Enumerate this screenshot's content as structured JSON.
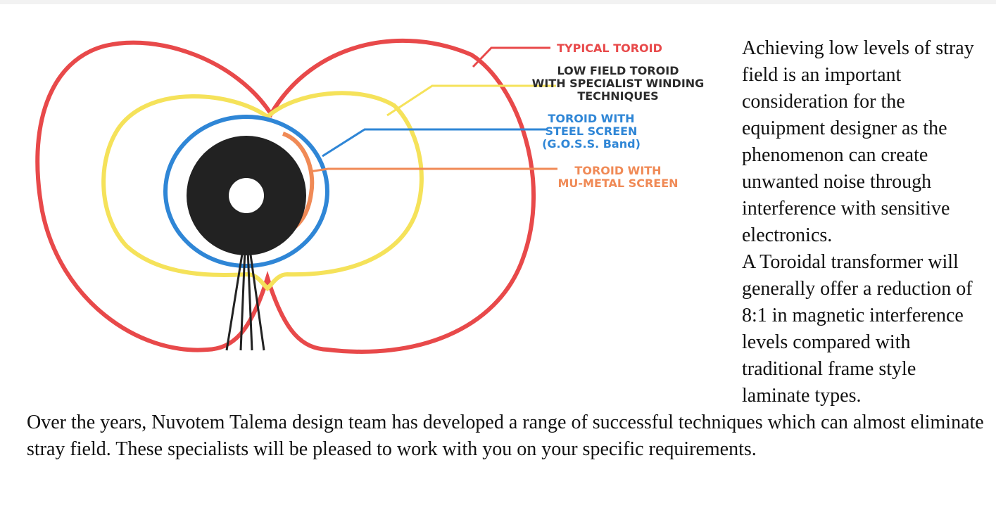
{
  "diagram": {
    "labels": {
      "typical": "TYPICAL TOROID",
      "low_field_1": "LOW FIELD TOROID",
      "low_field_2": "WITH SPECIALIST WINDING",
      "low_field_3": "TECHNIQUES",
      "steel_1": "TOROID WITH",
      "steel_2": "STEEL SCREEN",
      "steel_3": "(G.O.S.S. Band)",
      "mu_1": "TOROID WITH",
      "mu_2": "MU-METAL SCREEN"
    },
    "colors": {
      "typical": "#e8494a",
      "low_field": "#f5e25a",
      "low_field_text": "#2b2b2b",
      "steel": "#2f86d6",
      "mu_metal": "#f08a56",
      "core": "#222222"
    }
  },
  "body": {
    "paragraph_1": "Achieving low levels of stray field is an important consideration for the equipment designer as the phenomenon can create unwanted noise through interference with sensitive electronics.",
    "paragraph_2": "A Toroidal transformer will generally offer a reduction of 8:1 in magnetic interference levels compared with traditional frame style laminate types.",
    "paragraph_3": "Over the years, Nuvotem Talema design team has developed a range of successful techniques which can almost eliminate stray field. These specialists will be pleased to work with you on your specific requirements."
  }
}
